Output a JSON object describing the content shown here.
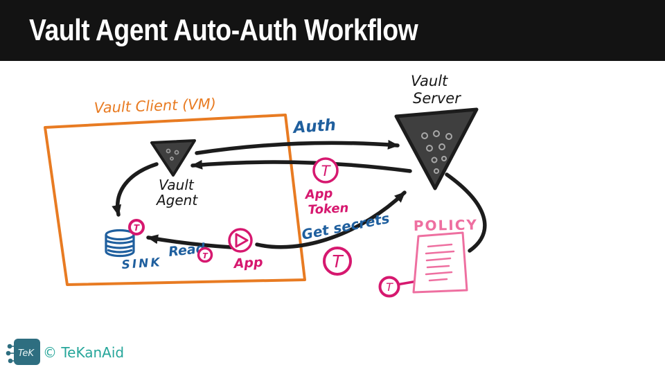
{
  "header": {
    "title": "Vault Agent Auto-Auth Workflow"
  },
  "diagram": {
    "client_box": {
      "label": "Vault Client (VM)"
    },
    "vault_agent": {
      "line1": "Vault",
      "line2": "Agent"
    },
    "vault_server": {
      "line1": "Vault",
      "line2": "Server"
    },
    "sink": {
      "label": "SINK"
    },
    "read": {
      "label": "Read"
    },
    "app": {
      "label": "App"
    },
    "auth": {
      "label": "Auth"
    },
    "app_token": {
      "line1": "App",
      "line2": "Token"
    },
    "get_secrets": {
      "label": "Get secrets"
    },
    "policy": {
      "label": "POLICY"
    },
    "token": {
      "letter": "T"
    }
  },
  "footer": {
    "logo_text": "TeK",
    "copyright": "© TeKanAid"
  },
  "colors": {
    "header_bg": "#131313",
    "ink": "#1c1c1c",
    "orange": "#e87b22",
    "blue": "#1f5f9e",
    "pink": "#d6186f",
    "policy_pink": "#ee6fa0",
    "teal": "#26a69a",
    "chip_teal": "#2e6e80"
  }
}
